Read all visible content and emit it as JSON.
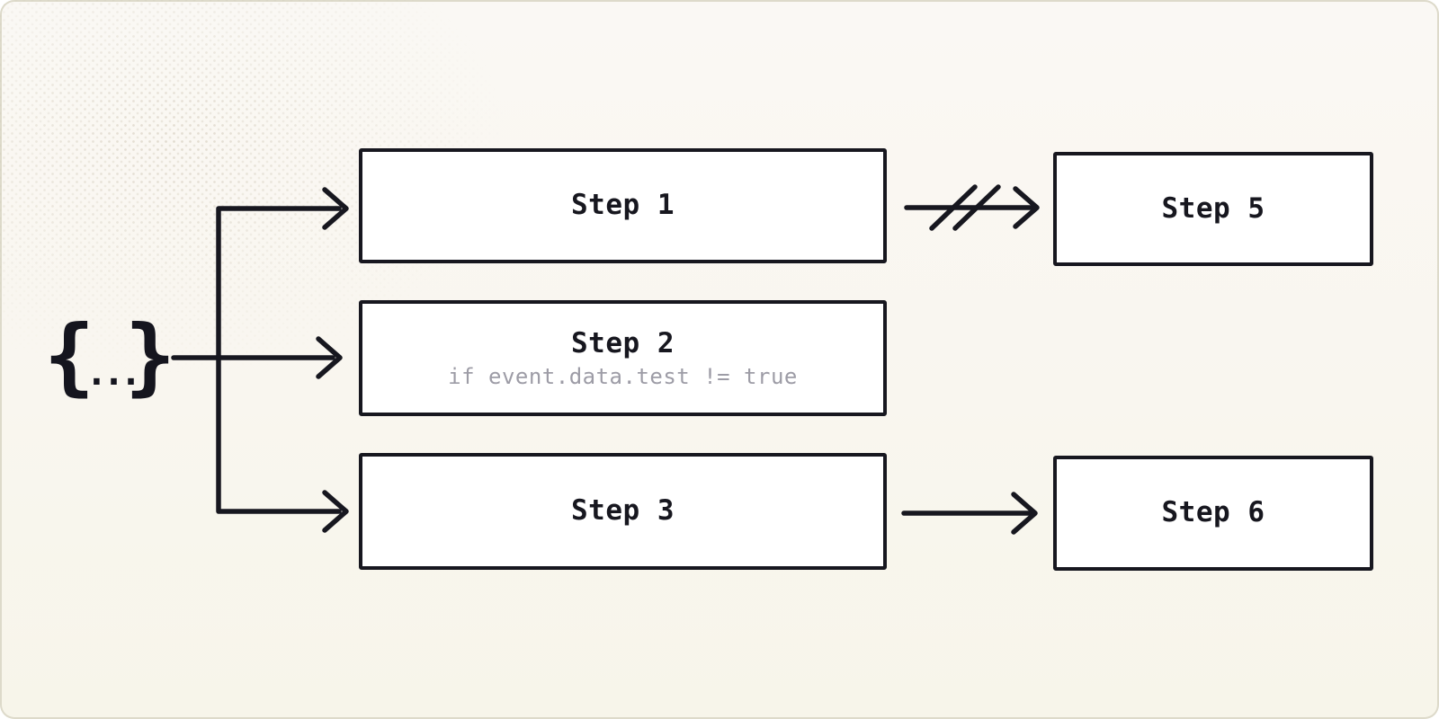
{
  "diagram": {
    "source_symbol": {
      "open_brace": "{",
      "dots": "...",
      "close_brace": "}"
    },
    "steps": {
      "step1": {
        "label": "Step 1"
      },
      "step2": {
        "label": "Step 2",
        "condition": "if event.data.test != true"
      },
      "step3": {
        "label": "Step 3"
      },
      "step5": {
        "label": "Step 5"
      },
      "step6": {
        "label": "Step 6"
      }
    },
    "connections": [
      {
        "from": "event-payload",
        "to": "Step 1",
        "type": "arrow"
      },
      {
        "from": "event-payload",
        "to": "Step 2",
        "type": "arrow"
      },
      {
        "from": "event-payload",
        "to": "Step 3",
        "type": "arrow"
      },
      {
        "from": "Step 1",
        "to": "Step 5",
        "type": "cancelled-arrow"
      },
      {
        "from": "Step 3",
        "to": "Step 6",
        "type": "arrow"
      }
    ],
    "colors": {
      "ink": "#17171F",
      "node_background": "#FFFFFF",
      "muted_text": "#9D9CA6",
      "canvas_top": "#FAF8F4",
      "canvas_bottom": "#F7F5EA",
      "canvas_edge": "#DDDACA"
    }
  }
}
